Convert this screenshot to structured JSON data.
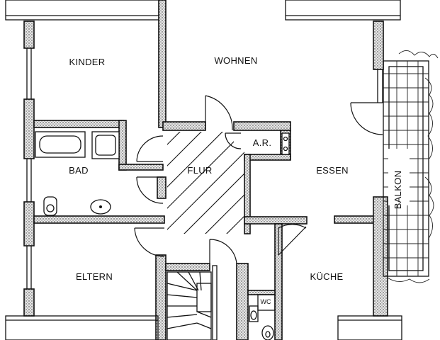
{
  "rooms": {
    "kinder": "KINDER",
    "wohnen": "WOHNEN",
    "bad": "BAD",
    "flur": "FLUR",
    "ar": "A.R.",
    "essen": "ESSEN",
    "balkon": "BALKON",
    "eltern": "ELTERN",
    "kueche": "KÜCHE",
    "wc": "WC"
  }
}
